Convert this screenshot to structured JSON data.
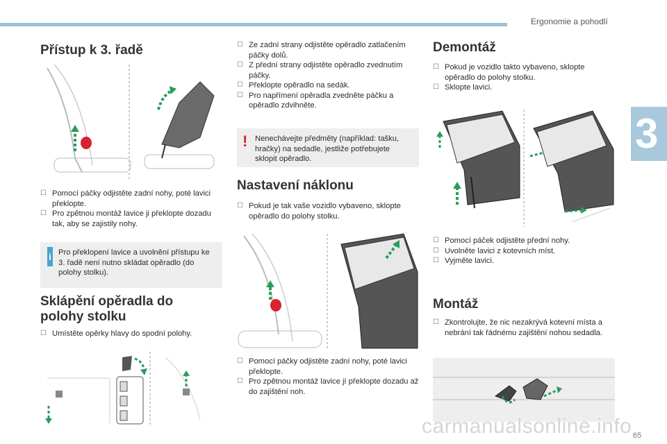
{
  "header": {
    "section_name": "Ergonomie a pohodlí",
    "chapter_number": "3",
    "page_number": "65"
  },
  "watermark": "carmanualsonline.info",
  "col1": {
    "title": "Přístup k 3. řadě",
    "items": [
      "Pomocí páčky odjistěte zadní nohy, poté lavici překlopte.",
      "Pro zpětnou montáž lavice ji překlopte dozadu tak, aby se zajistily nohy."
    ],
    "note": "Pro překlopení lavice a uvolnění přístupu ke 3. řadě není nutno skládat opěradlo (do polohy stolku).",
    "title2": [
      "Sklápění opěradla do",
      "polohy stolku"
    ],
    "items2": [
      "Umístěte opěrky hlavy do spodní polohy."
    ]
  },
  "col2": {
    "items_top": [
      "Ze zadní strany odjistěte opěradlo zatlačením páčky dolů.",
      "Z přední strany odjistěte opěradlo zvednutím páčky.",
      "Překlopte opěradlo na sedák.",
      "Pro napřímení opěradla zvedněte páčku a opěradlo zdvihněte."
    ],
    "warning": "Nenechávejte předměty (například: tašku, hračky) na sedadle, jestliže potřebujete sklopit opěradlo.",
    "title": "Nastavení náklonu",
    "items_mid": [
      "Pokud je tak vaše vozidlo vybaveno, sklopte opěradlo do polohy stolku."
    ],
    "items_bottom": [
      "Pomocí páčky odjistěte zadní nohy, poté lavici překlopte.",
      "Pro zpětnou montáž lavice jí překlopte dozadu až do zajištění noh."
    ]
  },
  "col3": {
    "title": "Demontáž",
    "items_top": [
      "Pokud je vozidlo takto vybaveno, sklopte opěradlo do polohy stolku.",
      "Sklopte lavici."
    ],
    "items_mid": [
      "Pomocí páček odjistěte přední nohy.",
      "Uvolněte lavici z kotevních míst.",
      "Vyjměte lavici."
    ],
    "title2": "Montáž",
    "items_bottom": [
      "Zkontrolujte, že nic nezakrývá kotevní místa a nebrání tak řádnému zajištění nohou sedadla."
    ]
  },
  "colors": {
    "accent": "#9bc1d6",
    "arrow": "#2a9d5c",
    "lever": "#d9232e",
    "note_bg": "#eeeeee"
  },
  "icons": {
    "info": "info-icon",
    "warning": "warning-icon",
    "bullet": "bullet-icon"
  }
}
